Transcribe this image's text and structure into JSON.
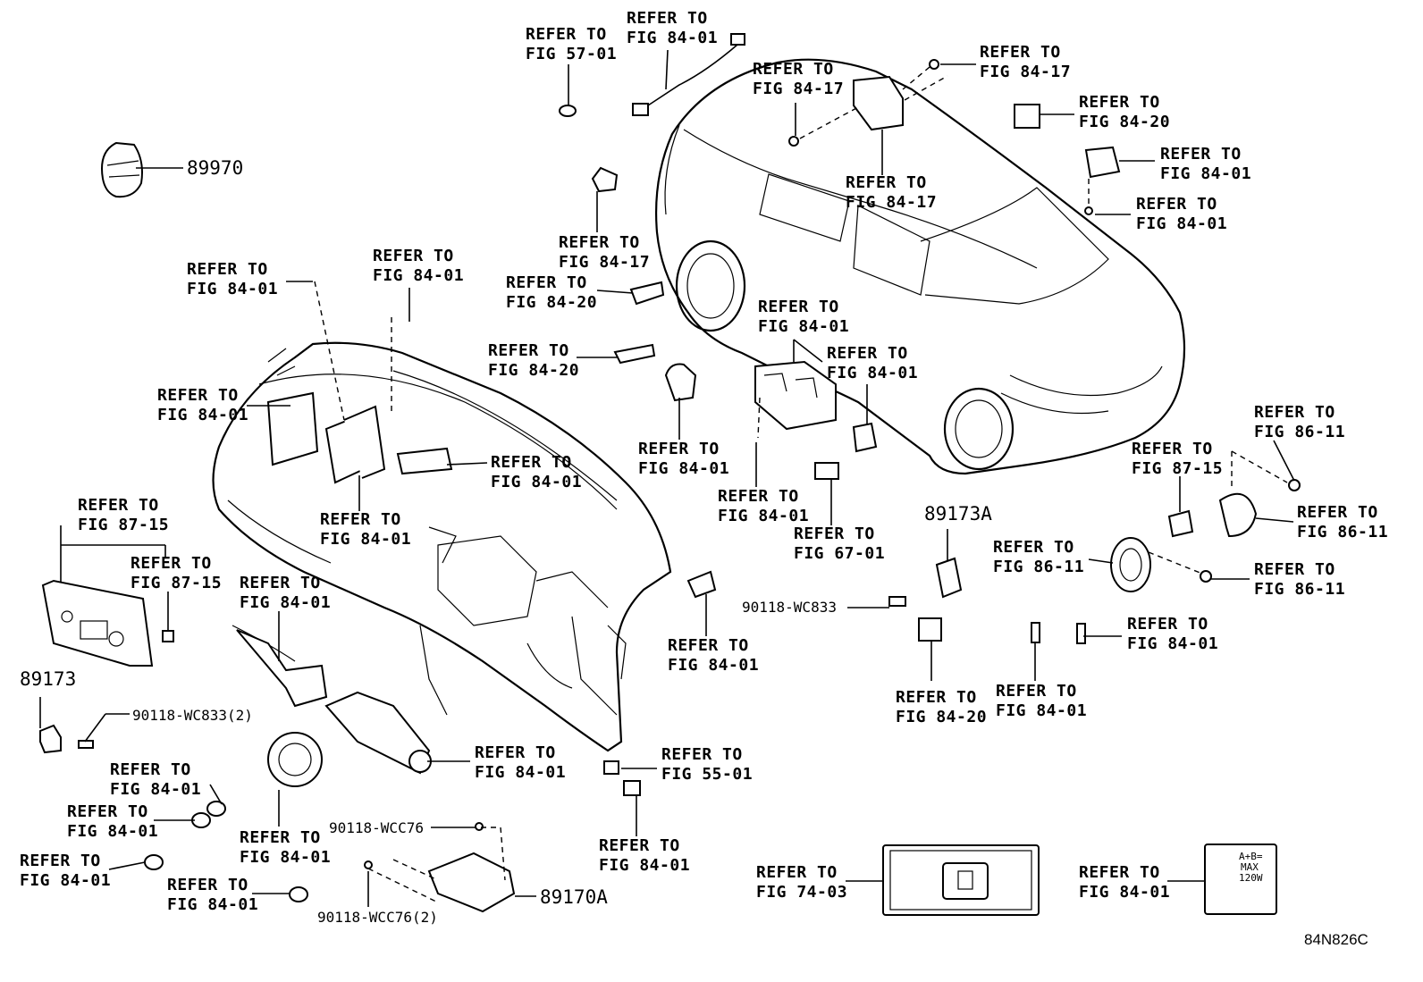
{
  "diagram": {
    "code": "84N826C",
    "refer": "REFER TO",
    "figs": {
      "f5701": "FIG 57-01",
      "f8401": "FIG 84-01",
      "f8417": "FIG 84-17",
      "f8420": "FIG 84-20",
      "f8715": "FIG 87-15",
      "f8611": "FIG 86-11",
      "f6701": "FIG 67-01",
      "f5501": "FIG 55-01",
      "f7403": "FIG 74-03"
    },
    "parts": {
      "p89970": "89970",
      "p89173": "89173",
      "p89173A": "89173A",
      "p89170A": "89170A",
      "bolt1": "90118-WC833(2)",
      "bolt2": "90118-WC833",
      "screw1": "90118-WCC76",
      "screw2": "90118-WCC76(2)"
    },
    "placard": {
      "line1": "A+B=",
      "line2": "MAX",
      "line3": "120W"
    }
  }
}
